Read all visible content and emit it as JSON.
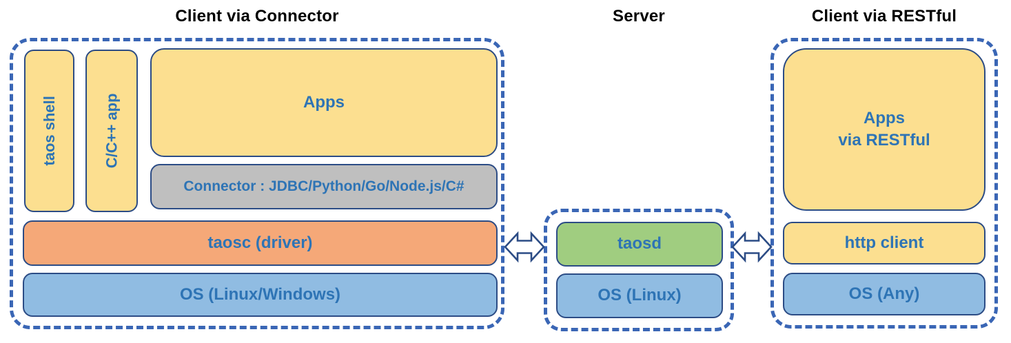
{
  "colors": {
    "yellow": "#FCDF90",
    "orange": "#F5A878",
    "blue": "#90BCE2",
    "green": "#A0CD80",
    "gray": "#BFBFBF",
    "box_border": "#2C4C85",
    "dash_border": "#3A66B5",
    "text_blue": "#2E74B5",
    "title_black": "#000000",
    "arrow_fill": "#FFFFFF"
  },
  "sections": {
    "connector_client": {
      "title": "Client via Connector",
      "boxes": {
        "taos_shell": {
          "label": "taos shell"
        },
        "c_cpp_app": {
          "label": "C/C++ app"
        },
        "apps": {
          "label": "Apps"
        },
        "connector": {
          "label": "Connector : JDBC/Python/Go/Node.js/C#"
        },
        "taosc": {
          "label": "taosc (driver)"
        },
        "os": {
          "label": "OS (Linux/Windows)"
        }
      }
    },
    "server": {
      "title": "Server",
      "boxes": {
        "taosd": {
          "label": "taosd"
        },
        "os": {
          "label": "OS (Linux)"
        }
      }
    },
    "restful_client": {
      "title": "Client via RESTful",
      "boxes": {
        "apps_restful": {
          "label": "Apps\nvia RESTful"
        },
        "http_client": {
          "label": "http client"
        },
        "os": {
          "label": "OS (Any)"
        }
      }
    }
  },
  "arrows": {
    "left": "bidirectional-arrow",
    "right": "bidirectional-arrow"
  }
}
